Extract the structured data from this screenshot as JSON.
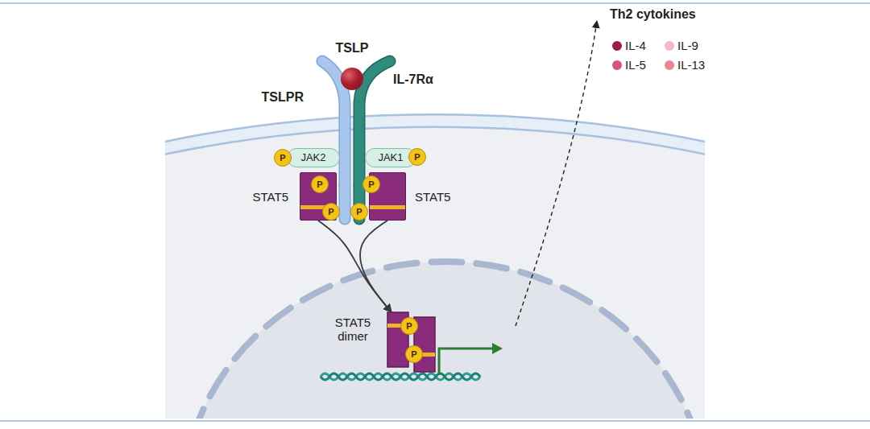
{
  "diagram": {
    "nodes": [
      {
        "text": [
          "TSLP"
        ]
      },
      {
        "text": [
          "TSLPR"
        ]
      },
      {
        "text": [
          "IL-7Rα"
        ]
      },
      {
        "text": [
          "JAK2"
        ]
      },
      {
        "text": [
          "P"
        ],
        "in": 3
      },
      {
        "text": [
          "JAK1"
        ]
      },
      {
        "text": [
          "P"
        ],
        "in": 5
      },
      {
        "text": [
          "STAT5"
        ]
      },
      {
        "text": [
          "P"
        ],
        "in": 7
      },
      {
        "text": [
          "P"
        ],
        "in": 7
      },
      {
        "text": [
          "STAT5"
        ]
      },
      {
        "text": [
          "P"
        ],
        "in": 10
      },
      {
        "text": [
          "P"
        ],
        "in": 10
      },
      {
        "text": [
          "STAT5 dimer"
        ]
      },
      {
        "text": [
          "P"
        ],
        "in": 13
      },
      {
        "text": [
          "P"
        ],
        "in": 13
      }
    ],
    "edges": [
      {
        "from": 7,
        "to": 13,
        "arrow": "to"
      },
      {
        "from": 10,
        "to": 13,
        "arrow": "to"
      }
    ],
    "labels": [
      "Th2 cytokines"
    ],
    "legend": [
      {
        "text": "IL-4",
        "color": "#9c1c48"
      },
      {
        "text": "IL-9",
        "color": "#f5b8c5"
      },
      {
        "text": "IL-5",
        "color": "#d8527a"
      },
      {
        "text": "IL-13",
        "color": "#e9868f"
      }
    ]
  }
}
